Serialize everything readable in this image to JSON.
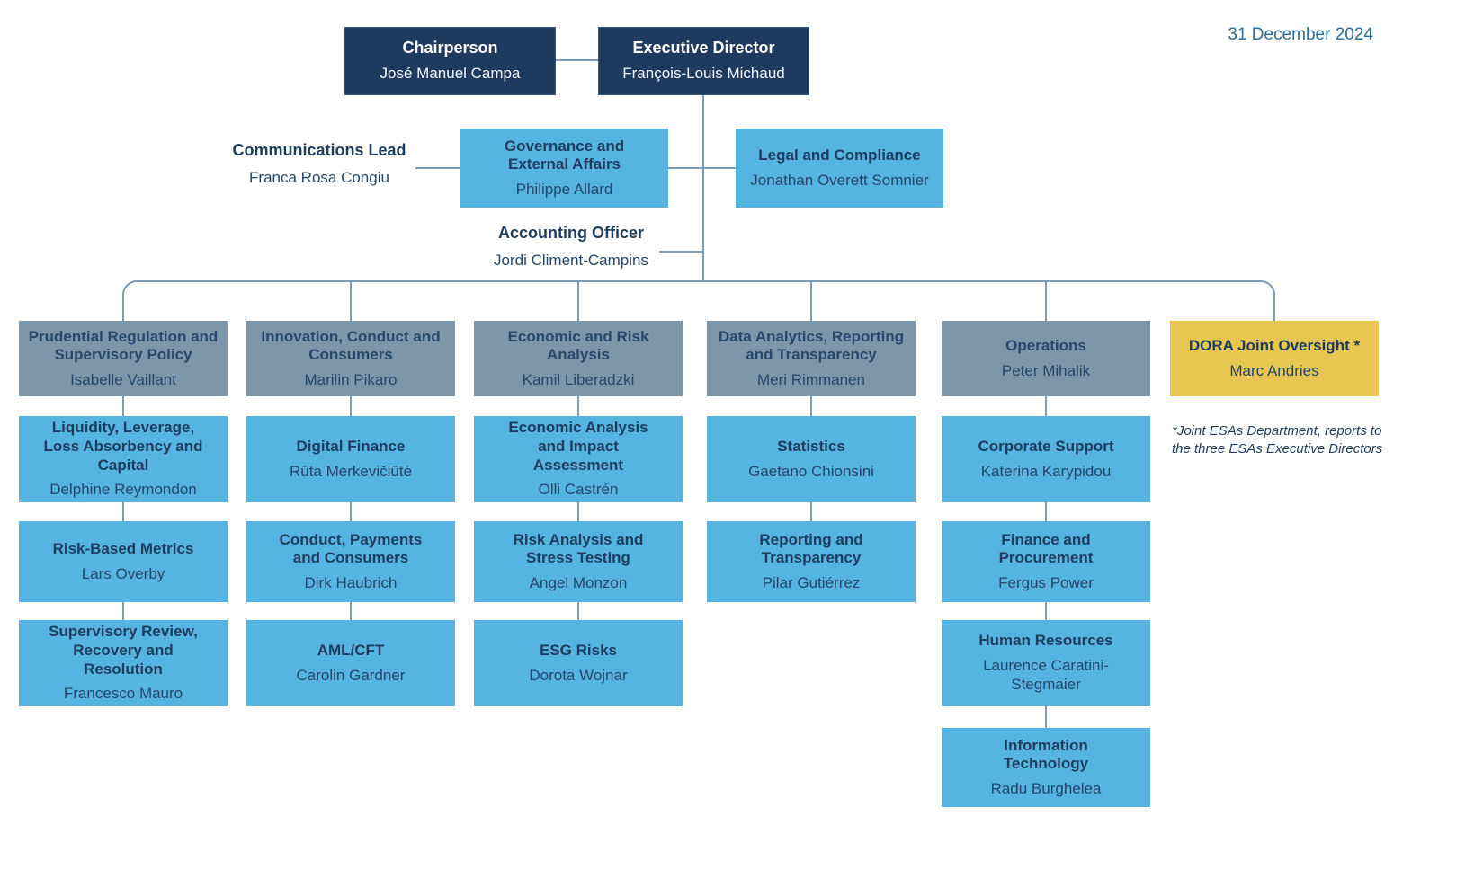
{
  "page": {
    "date_label": "31 December 2024",
    "footnote": "*Joint ESAs Department, reports to\nthe three ESAs Executive Directors"
  },
  "colors": {
    "navy": "#1e3a5c",
    "sky_blue": "#55b4e0",
    "slate_blue": "#7d96aa",
    "yellow": "#e7c651",
    "line": "#7e9cb6",
    "text_navy": "#1d3c5e",
    "date_blue": "#2a6d9c"
  },
  "leadership": {
    "chairperson": {
      "title": "Chairperson",
      "name": "José Manuel Campa"
    },
    "executive_director": {
      "title": "Executive Director",
      "name": "François-Louis Michaud"
    }
  },
  "direct_reports": {
    "communications_lead": {
      "title": "Communications Lead",
      "name": "Franca Rosa Congiu"
    },
    "governance_external_affairs": {
      "title": "Governance and External Affairs",
      "name": "Philippe Allard"
    },
    "legal_compliance": {
      "title": "Legal and Compliance",
      "name": "Jonathan Overett Somnier"
    },
    "accounting_officer": {
      "title": "Accounting Officer",
      "name": "Jordi Climent-Campins"
    }
  },
  "departments": [
    {
      "head": {
        "title": "Prudential Regulation and Supervisory Policy",
        "name": "Isabelle Vaillant"
      },
      "units": [
        {
          "title": "Liquidity, Leverage, Loss Absorbency and Capital",
          "name": "Delphine Reymondon"
        },
        {
          "title": "Risk-Based Metrics",
          "name": "Lars Overby"
        },
        {
          "title": "Supervisory Review, Recovery and Resolution",
          "name": "Francesco Mauro"
        }
      ]
    },
    {
      "head": {
        "title": "Innovation, Conduct and Consumers",
        "name": "Marilin Pikaro"
      },
      "units": [
        {
          "title": "Digital Finance",
          "name": "Rūta Merkevičiūtė"
        },
        {
          "title": "Conduct, Payments and Consumers",
          "name": "Dirk Haubrich"
        },
        {
          "title": "AML/CFT",
          "name": "Carolin Gardner"
        }
      ]
    },
    {
      "head": {
        "title": "Economic and Risk Analysis",
        "name": "Kamil Liberadzki"
      },
      "units": [
        {
          "title": "Economic Analysis and Impact Assessment",
          "name": "Olli Castrén"
        },
        {
          "title": "Risk Analysis and Stress Testing",
          "name": "Angel Monzon"
        },
        {
          "title": "ESG Risks",
          "name": "Dorota Wojnar"
        }
      ]
    },
    {
      "head": {
        "title": "Data Analytics, Reporting and Transparency",
        "name": "Meri Rimmanen"
      },
      "units": [
        {
          "title": "Statistics",
          "name": "Gaetano Chionsini"
        },
        {
          "title": "Reporting and Transparency",
          "name": "Pilar Gutiérrez"
        }
      ]
    },
    {
      "head": {
        "title": "Operations",
        "name": "Peter Mihalik"
      },
      "units": [
        {
          "title": "Corporate Support",
          "name": "Katerina Karypidou"
        },
        {
          "title": "Finance and Procurement",
          "name": "Fergus Power"
        },
        {
          "title": "Human Resources",
          "name": "Laurence Caratini-Stegmaier"
        },
        {
          "title": "Information Technology",
          "name": "Radu Burghelea"
        }
      ]
    },
    {
      "head": {
        "title": "DORA Joint Oversight *",
        "name": "Marc Andries"
      },
      "units": []
    }
  ]
}
